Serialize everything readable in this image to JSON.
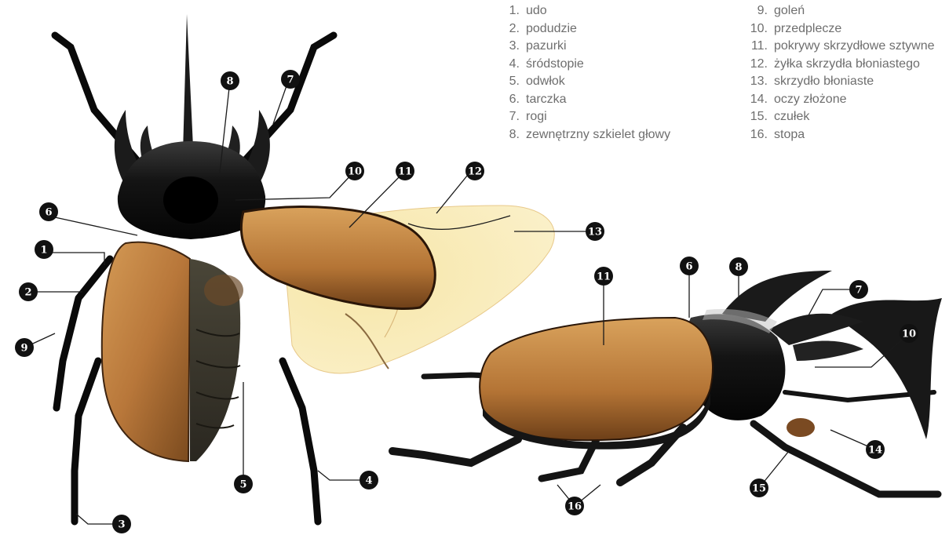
{
  "legend": {
    "items": [
      {
        "num": "1.",
        "text": "udo"
      },
      {
        "num": "2.",
        "text": "podudzie"
      },
      {
        "num": "3.",
        "text": "pazurki"
      },
      {
        "num": "4.",
        "text": "śródstopie"
      },
      {
        "num": "5.",
        "text": "odwłok"
      },
      {
        "num": "6.",
        "text": "tarczka"
      },
      {
        "num": "7.",
        "text": "rogi"
      },
      {
        "num": "8.",
        "text": "zewnętrzny szkielet głowy"
      },
      {
        "num": "9.",
        "text": "goleń"
      },
      {
        "num": "10.",
        "text": "przedplecze"
      },
      {
        "num": "11.",
        "text": "pokrywy skrzydłowe sztywne"
      },
      {
        "num": "12.",
        "text": "żyłka skrzydła błoniastego"
      },
      {
        "num": "13.",
        "text": "skrzydło błoniaste"
      },
      {
        "num": "14.",
        "text": "oczy złożone"
      },
      {
        "num": "15.",
        "text": "czułek"
      },
      {
        "num": "16.",
        "text": "stopa"
      }
    ]
  },
  "markers": {
    "top": [
      "1",
      "2",
      "3",
      "4",
      "5",
      "6",
      "7",
      "8",
      "9",
      "10",
      "11",
      "12",
      "13"
    ],
    "side": [
      "11",
      "6",
      "8",
      "7",
      "10",
      "14",
      "15",
      "16"
    ]
  },
  "colors": {
    "legend_text": "#6e6e6e",
    "marker": "#111111",
    "elytra": "#b8773a",
    "body": "#151515",
    "wing": "#f5df9c"
  }
}
